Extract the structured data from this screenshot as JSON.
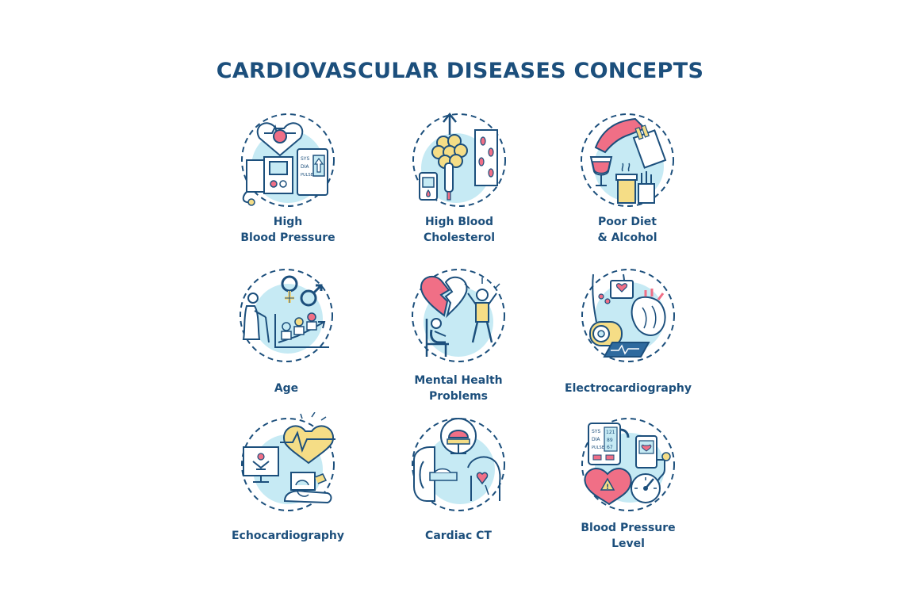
{
  "title": "CARDIOVASCULAR DISEASES CONCEPTS",
  "colors": {
    "navy": "#1c4f7c",
    "circle": "#c6eaf4",
    "pink": "#f06f86",
    "yellow": "#f5dd86",
    "white": "#ffffff"
  },
  "concepts": [
    {
      "line1": "High",
      "line2": "Blood Pressure",
      "icon": "blood-pressure-monitor-icon"
    },
    {
      "line1": "High Blood",
      "line2": "Cholesterol",
      "icon": "cholesterol-icon"
    },
    {
      "line1": "Poor Diet",
      "line2": "& Alcohol",
      "icon": "diet-alcohol-icon"
    },
    {
      "line1": "Age",
      "line2": "",
      "icon": "age-icon"
    },
    {
      "line1": "Mental Health",
      "line2": "Problems",
      "icon": "mental-health-icon"
    },
    {
      "line1": "Electrocardiography",
      "line2": "",
      "icon": "ecg-icon"
    },
    {
      "line1": "Echocardiography",
      "line2": "",
      "icon": "echocardiography-icon"
    },
    {
      "line1": "Cardiac CT",
      "line2": "",
      "icon": "cardiac-ct-icon"
    },
    {
      "line1": "Blood Pressure",
      "line2": "Level",
      "icon": "blood-pressure-level-icon"
    }
  ],
  "icon_text": {
    "sys": "SYS",
    "dia": "DIA",
    "pulse": "PULSE",
    "reading1": "121",
    "reading2": "89",
    "reading3": "67",
    "warning": "!"
  }
}
